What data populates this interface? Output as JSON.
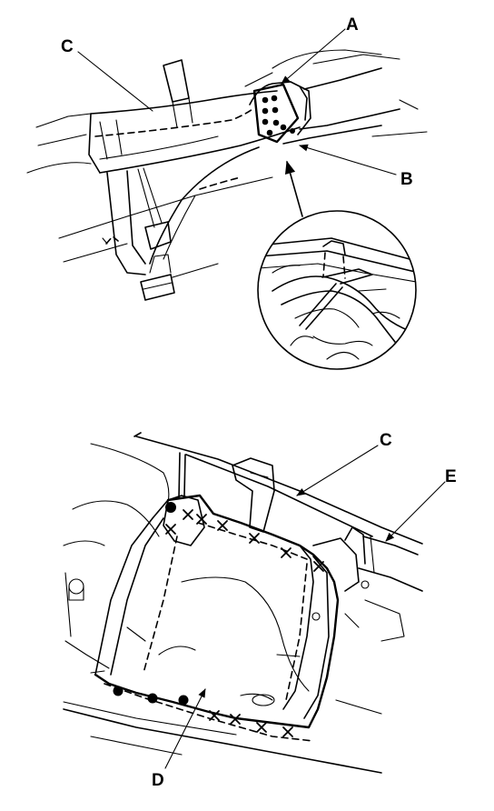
{
  "callouts": {
    "a": "A",
    "b": "B",
    "c_top": "C",
    "c_bottom": "C",
    "d": "D",
    "e": "E"
  }
}
